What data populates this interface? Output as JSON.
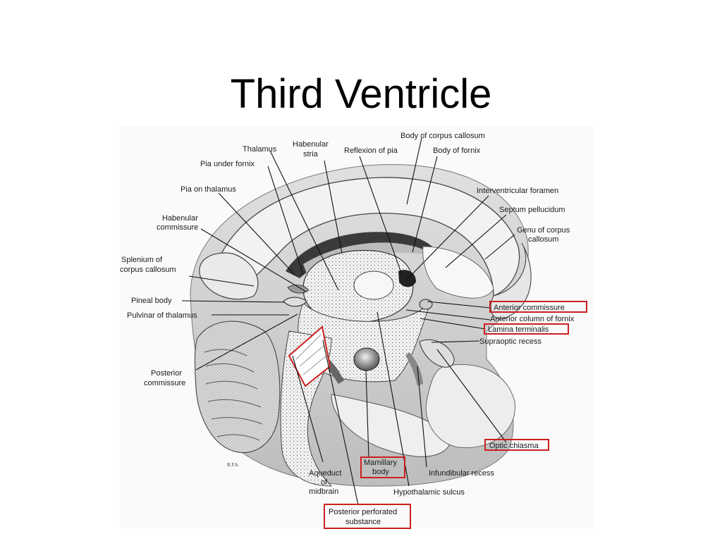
{
  "title": "Third Ventricle",
  "accent_color": "#cc1f1f",
  "labels": {
    "body_corpus_callosum": "Body of corpus callosum",
    "habenular_stria": [
      "Habenular",
      "stria"
    ],
    "thalamus": "Thalamus",
    "reflexion_pia": "Reflexion of pia",
    "body_fornix": "Body of fornix",
    "pia_under_fornix": "Pia under fornix",
    "pia_on_thalamus": "Pia on thalamus",
    "interventricular_foramen": "Interventricular foramen",
    "septum_pellucidum": "Septum pellucidum",
    "habenular_commissure": [
      "Habenular",
      "commissure"
    ],
    "genu_corpus_callosum": [
      "Genu of corpus",
      "callosum"
    ],
    "splenium": [
      "Splenium of",
      "corpus callosum"
    ],
    "pineal_body": "Pineal body",
    "pulvinar": "Pulvinar of thalamus",
    "anterior_commissure": "Anterior commissure",
    "anterior_column_fornix": "Anterior column of fornix",
    "lamina_terminalis": "Lamina terminalis",
    "supraoptic_recess": "Supraoptic recess",
    "posterior_commissure": [
      "Posterior",
      "commissure"
    ],
    "optic_chiasma": "Optic chiasma",
    "aqueduct": [
      "Aqueduct",
      "of",
      "midbrain"
    ],
    "mamillary_body": [
      "Mamillary",
      "body"
    ],
    "infundibular_recess": "Infundibular recess",
    "hypothalamic_sulcus": "Hypothalamic sulcus",
    "posterior_perforated": [
      "Posterior perforated",
      "substance"
    ]
  }
}
